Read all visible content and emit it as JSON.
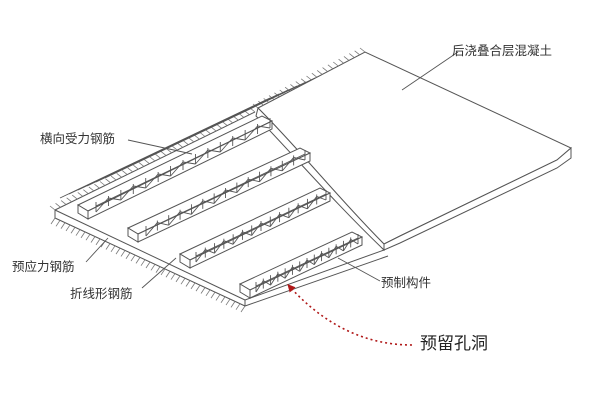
{
  "labels": {
    "topping_concrete": "后浇叠合层混凝土",
    "transverse_rebar": "横向受力钢筋",
    "prestressed_rebar": "预应力钢筋",
    "bent_rebar": "折线形钢筋",
    "precast_member": "预制构件",
    "reserved_hole": "预留孔洞"
  },
  "colors": {
    "line": "#555555",
    "hatch": "#777777",
    "arrow": "#b01818"
  }
}
